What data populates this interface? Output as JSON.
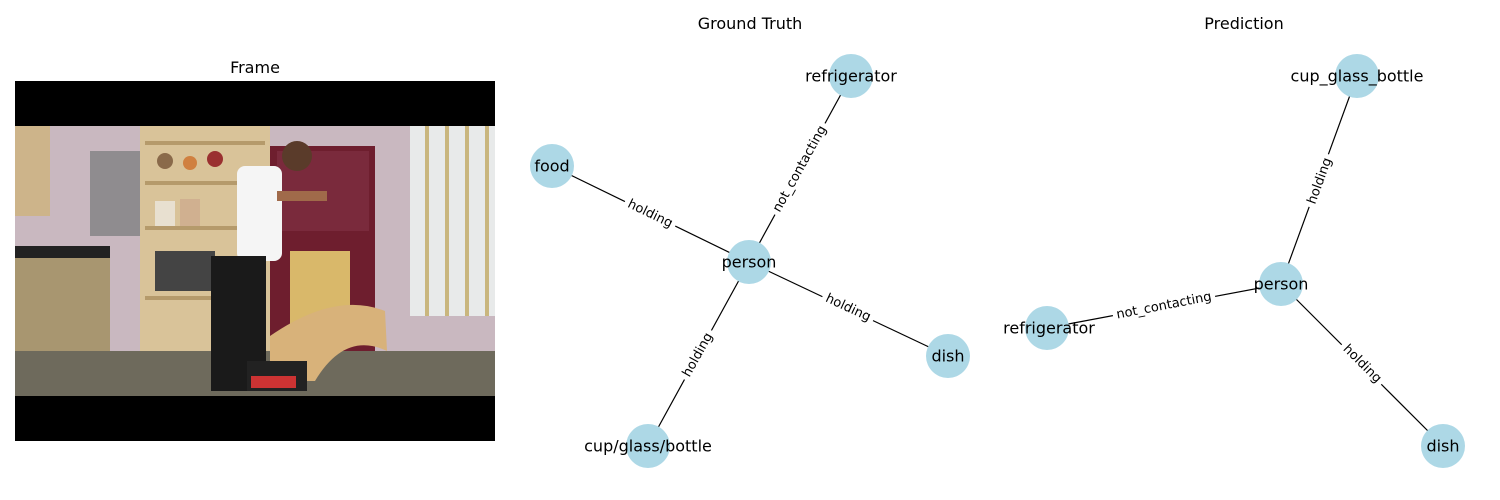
{
  "frame": {
    "title": "Frame"
  },
  "graphs": [
    {
      "id": "gt",
      "title": "Ground Truth",
      "node_color": "#add8e6",
      "nodes": [
        {
          "id": "person",
          "label": "person"
        },
        {
          "id": "refrigerator",
          "label": "refrigerator"
        },
        {
          "id": "food",
          "label": "food"
        },
        {
          "id": "dish",
          "label": "dish"
        },
        {
          "id": "cup",
          "label": "cup/glass/bottle"
        }
      ],
      "edges": [
        {
          "from": "person",
          "to": "refrigerator",
          "label": "not_contacting"
        },
        {
          "from": "person",
          "to": "food",
          "label": "holding"
        },
        {
          "from": "person",
          "to": "dish",
          "label": "holding"
        },
        {
          "from": "person",
          "to": "cup",
          "label": "holding"
        }
      ]
    },
    {
      "id": "pred",
      "title": "Prediction",
      "node_color": "#add8e6",
      "nodes": [
        {
          "id": "person",
          "label": "person"
        },
        {
          "id": "cup",
          "label": "cup_glass_bottle"
        },
        {
          "id": "refrigerator",
          "label": "refrigerator"
        },
        {
          "id": "dish",
          "label": "dish"
        }
      ],
      "edges": [
        {
          "from": "person",
          "to": "cup",
          "label": "holding"
        },
        {
          "from": "person",
          "to": "refrigerator",
          "label": "not_contacting"
        },
        {
          "from": "person",
          "to": "dish",
          "label": "holding"
        }
      ]
    }
  ]
}
